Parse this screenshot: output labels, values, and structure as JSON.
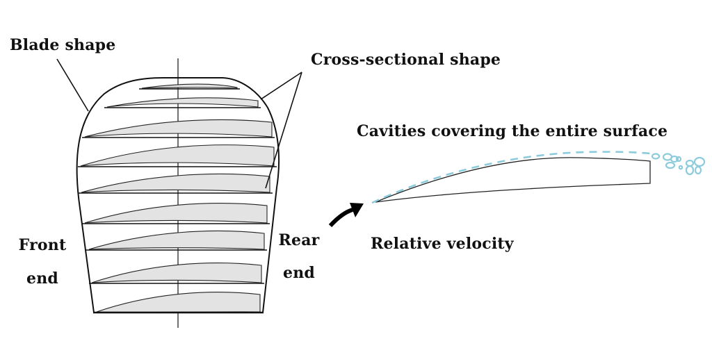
{
  "labels": {
    "blade_shape": "Blade shape",
    "cross_sectional_shape": "Cross-sectional shape",
    "cavities": "Cavities covering the entire surface",
    "relative_velocity": "Relative velocity",
    "front_end_line1": "Front",
    "front_end_line2": "end",
    "rear_end_line1": "Rear",
    "rear_end_line2": "end"
  },
  "colors": {
    "outline": "#111111",
    "section_fill": "#e3e3e3",
    "cavity": "#8ccbdc",
    "arrow": "#000000"
  },
  "blade": {
    "section_count": 9
  }
}
